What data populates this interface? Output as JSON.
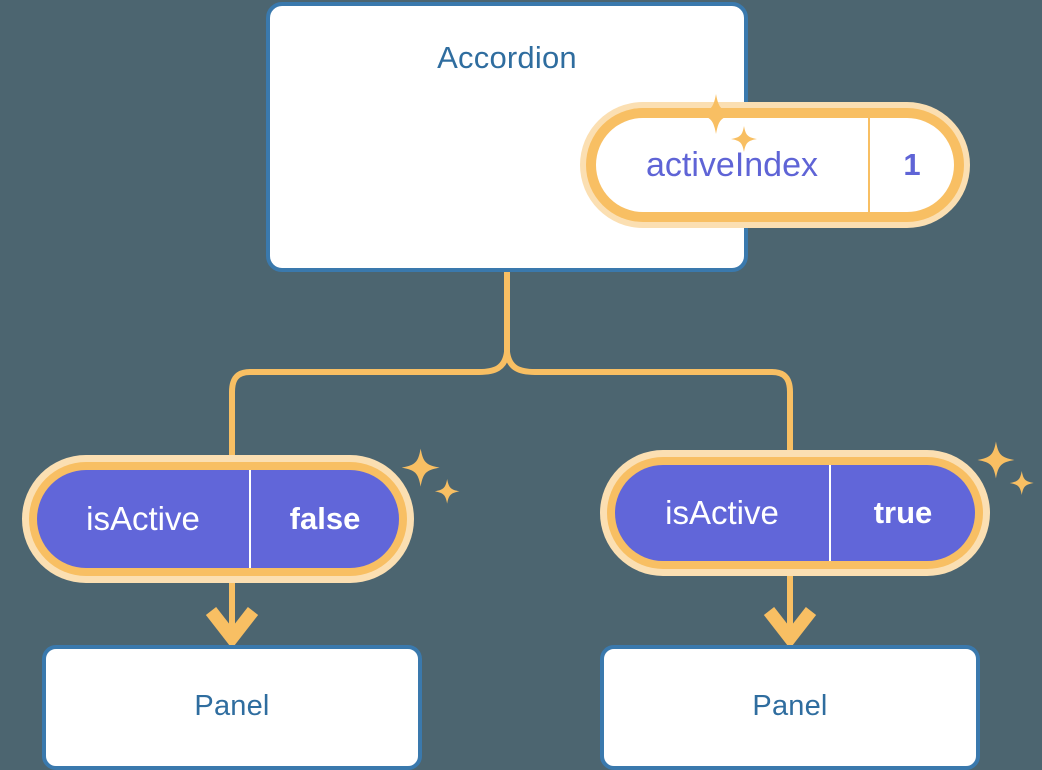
{
  "background_color": "#4c6570",
  "palette": {
    "card_border": "#3a79ad",
    "card_title": "#2f6d9f",
    "card_fill": "#ffffff",
    "accent_orange": "#f8bf63",
    "accent_orange_soft": "#fbdfb2",
    "state_purple": "#6166d9",
    "state_text_purple": "#5f64d6",
    "state_text_white": "#ffffff"
  },
  "root": {
    "title": "Accordion",
    "state": {
      "key": "activeIndex",
      "value": "1"
    }
  },
  "branches": [
    {
      "side": "left",
      "state": {
        "key": "isActive",
        "value": "false"
      },
      "child": {
        "title": "Panel"
      }
    },
    {
      "side": "right",
      "state": {
        "key": "isActive",
        "value": "true"
      },
      "child": {
        "title": "Panel"
      }
    }
  ],
  "decorations": {
    "sparkle_icon": "four-point-star",
    "sparkle_color": "#f8bf63",
    "sparkle_groups": 3
  },
  "connectors": {
    "color": "#f8bf63",
    "stroke_width": 6,
    "arrow_head": "chevron-down"
  }
}
